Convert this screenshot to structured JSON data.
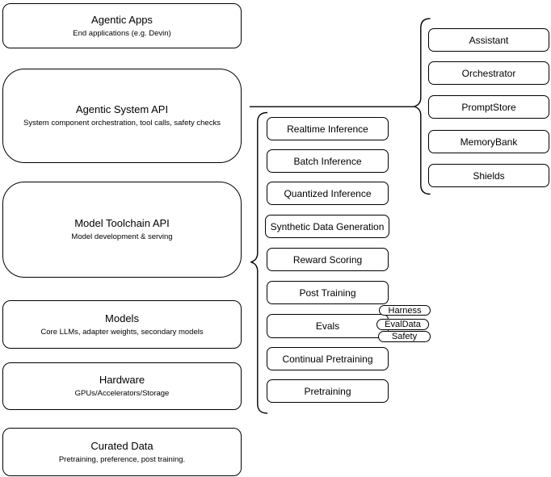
{
  "diagram": {
    "left_stack": [
      {
        "title": "Agentic Apps",
        "subtitle": "End applications (e.g. Devin)"
      },
      {
        "title": "Agentic System API",
        "subtitle": "System component orchestration, tool calls, safety checks"
      },
      {
        "title": "Model Toolchain API",
        "subtitle": "Model development & serving"
      },
      {
        "title": "Models",
        "subtitle": "Core LLMs, adapter weights, secondary models"
      },
      {
        "title": "Hardware",
        "subtitle": "GPUs/Accelerators/Storage"
      },
      {
        "title": "Curated Data",
        "subtitle": "Pretraining, preference, post training."
      }
    ],
    "toolchain_items": [
      "Realtime Inference",
      "Batch Inference",
      "Quantized Inference",
      "Synthetic Data Generation",
      "Reward Scoring",
      "Post Training",
      "Evals",
      "Continual Pretraining",
      "Pretraining"
    ],
    "eval_pills": [
      "Harness",
      "EvalData",
      "Safety"
    ],
    "system_items": [
      "Assistant",
      "Orchestrator",
      "PromptStore",
      "MemoryBank",
      "Shields"
    ],
    "colors": {
      "stroke": "#000000",
      "fill": "#ffffff",
      "text": "#000000"
    }
  }
}
